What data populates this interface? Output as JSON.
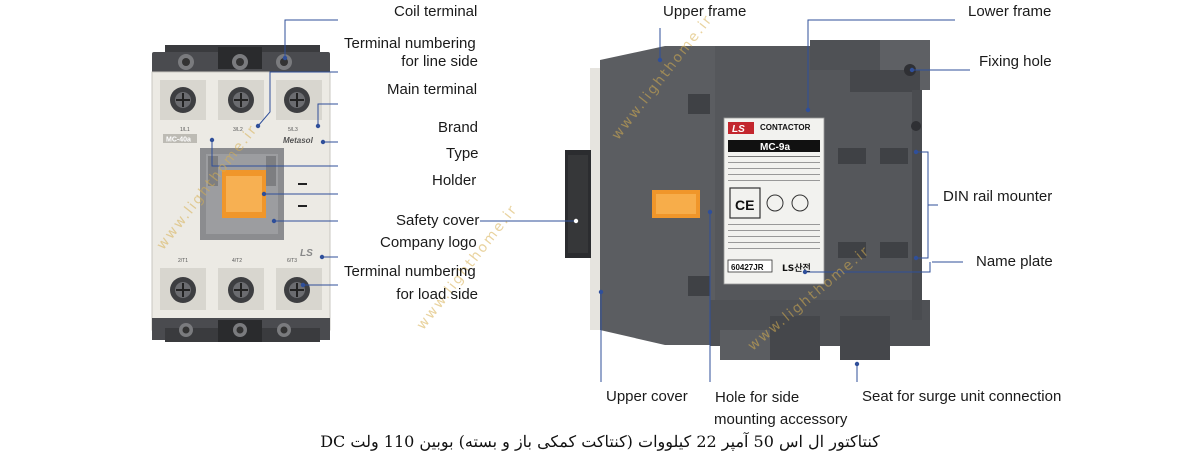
{
  "labels": {
    "coil_terminal": "Coil terminal",
    "terminal_numbering_line_1": "Terminal numbering",
    "terminal_numbering_line_2": "for line side",
    "main_terminal": "Main terminal",
    "brand": "Brand",
    "type": "Type",
    "holder": "Holder",
    "safety_cover": "Safety cover",
    "company_logo": "Company logo",
    "terminal_numbering_load_1": "Terminal numbering",
    "terminal_numbering_load_2": "for load side",
    "upper_frame": "Upper frame",
    "lower_frame": "Lower frame",
    "fixing_hole": "Fixing hole",
    "din_rail_mounter": "DIN rail mounter",
    "name_plate": "Name plate",
    "upper_cover": "Upper cover",
    "hole_side_mounting_1": "Hole for side",
    "hole_side_mounting_2": "mounting accessory",
    "seat_surge_unit": "Seat for surge unit connection"
  },
  "front_device": {
    "brand_text": "Metasol",
    "type_text": "MC-40a",
    "logo_text": "LS",
    "line_terminals": [
      "1/L1",
      "3/L2",
      "5/L3"
    ],
    "load_terminals": [
      "2/T1",
      "4/T2",
      "6/T3"
    ]
  },
  "side_device": {
    "logo_text": "LS",
    "contactor_text": "CONTACTOR",
    "model_text": "MC-9a",
    "ce_mark": "CE",
    "serial_text": "60427JR",
    "maker_text": "LS산전"
  },
  "watermark": "www.lighthome.ir",
  "caption": "کنتاکتور ال اس 50 آمپر 22 کیلووات (کنتاکت کمکی باز و بسته) بوبین 110 ولت DC",
  "colors": {
    "leader_line": "#2f4f9a",
    "body_grey": "#5b5d61",
    "front_white": "#eceae4",
    "orange": "#f0962a"
  }
}
